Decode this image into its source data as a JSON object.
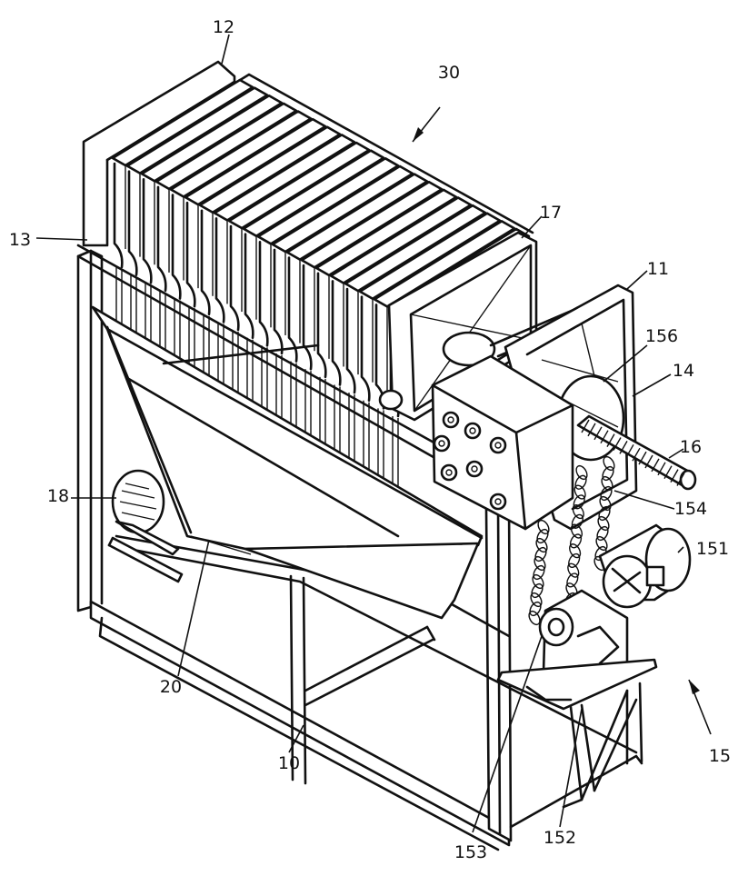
{
  "figure": {
    "labels": [
      {
        "id": "12",
        "text": "12"
      },
      {
        "id": "30",
        "text": "30"
      },
      {
        "id": "13",
        "text": "13"
      },
      {
        "id": "17",
        "text": "17"
      },
      {
        "id": "11",
        "text": "11"
      },
      {
        "id": "156",
        "text": "156"
      },
      {
        "id": "14",
        "text": "14"
      },
      {
        "id": "16",
        "text": "16"
      },
      {
        "id": "18",
        "text": "18"
      },
      {
        "id": "154",
        "text": "154"
      },
      {
        "id": "151",
        "text": "151"
      },
      {
        "id": "20",
        "text": "20"
      },
      {
        "id": "10",
        "text": "10"
      },
      {
        "id": "15",
        "text": "15"
      },
      {
        "id": "153",
        "text": "153"
      },
      {
        "id": "152",
        "text": "152"
      }
    ]
  }
}
